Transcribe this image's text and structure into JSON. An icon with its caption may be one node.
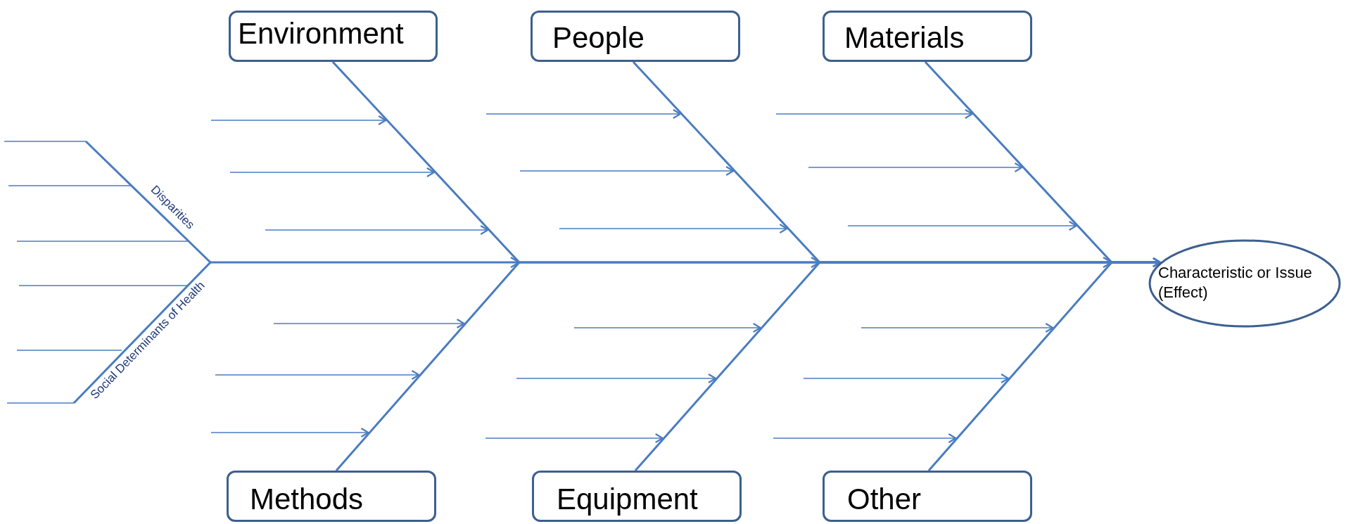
{
  "diagram": {
    "nodes": [
      {
        "text": [
          "Environment"
        ]
      },
      {
        "text": [
          "People"
        ]
      },
      {
        "text": [
          "Materials"
        ]
      },
      {
        "text": [
          "Methods"
        ]
      },
      {
        "text": [
          "Equipment"
        ]
      },
      {
        "text": [
          "Other"
        ]
      },
      {
        "text": [
          "Characteristic or Issue (Effect)"
        ]
      }
    ],
    "edges": [
      {
        "from": 0,
        "to": 6,
        "arrow": "to"
      },
      {
        "from": 1,
        "to": 6,
        "arrow": "to"
      },
      {
        "from": 2,
        "to": 6,
        "arrow": "to"
      },
      {
        "from": 3,
        "to": 6,
        "arrow": "to"
      },
      {
        "from": 4,
        "to": 6,
        "arrow": "to"
      },
      {
        "from": 5,
        "to": 6,
        "arrow": "to"
      }
    ],
    "labels": [
      "Disparities",
      "Social Determinants of Health"
    ]
  }
}
